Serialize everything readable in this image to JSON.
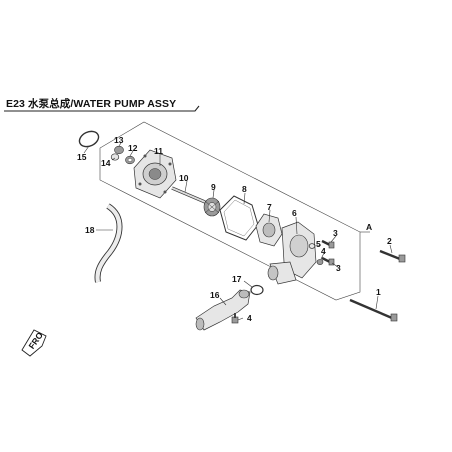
{
  "title": "E23 水泵总成/WATER PUMP ASSY",
  "callouts": {
    "c1": "1",
    "c2": "2",
    "c3a": "3",
    "c3b": "3",
    "c4a": "4",
    "c4b": "4",
    "c5": "5",
    "c6": "6",
    "c7": "7",
    "c8": "8",
    "c9": "9",
    "c10": "10",
    "c11": "11",
    "c12": "12",
    "c13": "13",
    "c14": "14",
    "c15": "15",
    "c16": "16",
    "c17": "17",
    "c18": "18",
    "ref_a": "A"
  },
  "direction_marker": "FRO"
}
